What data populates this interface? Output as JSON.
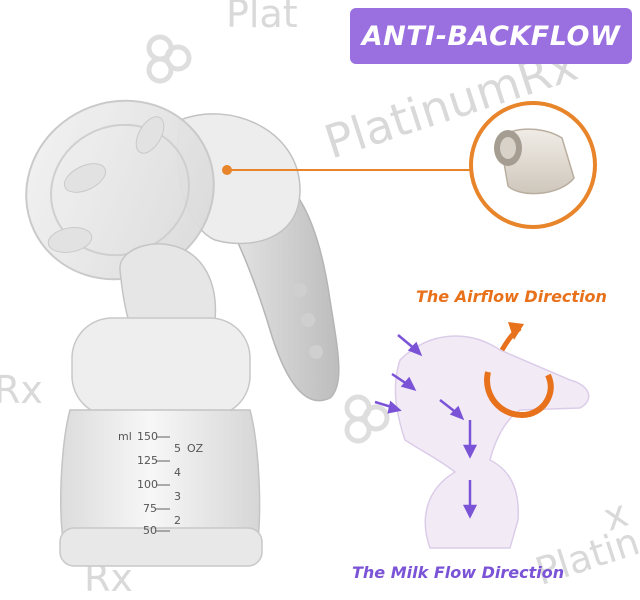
{
  "badge": {
    "text": "ANTI-BACKFLOW",
    "color": "#9a6fe0"
  },
  "captions": {
    "airflow": "The Airflow Direction",
    "milkflow": "The Milk Flow Direction"
  },
  "bottle_scale": {
    "ml_unit": "ml",
    "oz_unit": "OZ",
    "ml_marks": [
      "150",
      "125",
      "100",
      "75",
      "50"
    ],
    "oz_marks": [
      "5",
      "4",
      "3",
      "2"
    ]
  },
  "watermark": {
    "text": "PlatinumRx",
    "fragments": [
      "Plat",
      "Rx",
      "Rx",
      "Platin",
      "x"
    ]
  },
  "colors": {
    "airflow": "#e8711c",
    "milkflow": "#7b53d6",
    "highlight_ring": "#e8842a",
    "watermark": "#d9d9d9"
  },
  "icons": [
    "air-arrow-icon",
    "milk-flow-arrow-icon",
    "platinumrx-logo-icon"
  ]
}
